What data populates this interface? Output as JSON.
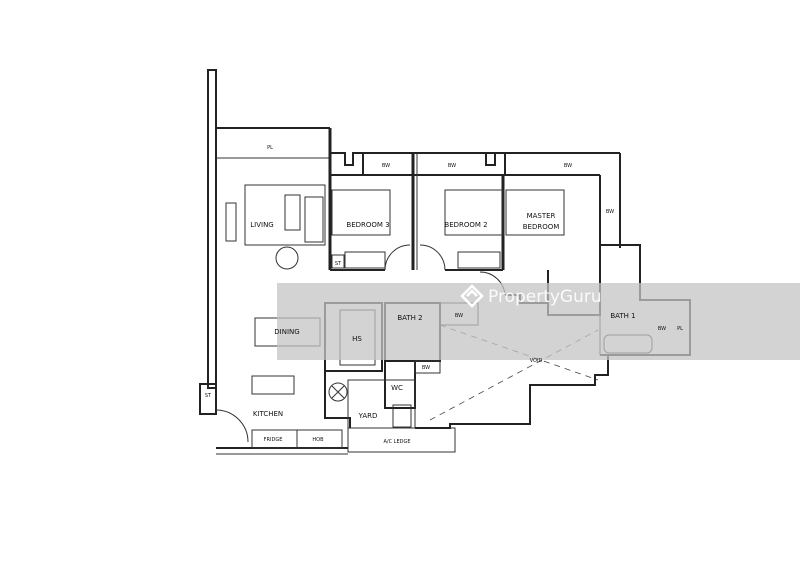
{
  "plan": {
    "rooms": {
      "living": "LIVING",
      "bedroom3": "BEDROOM 3",
      "bedroom2": "BEDROOM 2",
      "master_1": "MASTER",
      "master_2": "BEDROOM",
      "dining": "DINING",
      "kitchen": "KITCHEN",
      "yard": "YARD",
      "hs": "HS",
      "bath2": "BATH 2",
      "bath1": "BATH 1",
      "wc": "WC",
      "void": "VOID",
      "ac_ledge": "A/C LEDGE",
      "fridge": "FRIDGE",
      "hob": "HOB"
    },
    "markers": {
      "pl": "PL",
      "bw": "BW",
      "st": "ST"
    }
  },
  "watermark": {
    "brand": "PropertyGuru",
    "band_color": "#c4c4c4"
  }
}
